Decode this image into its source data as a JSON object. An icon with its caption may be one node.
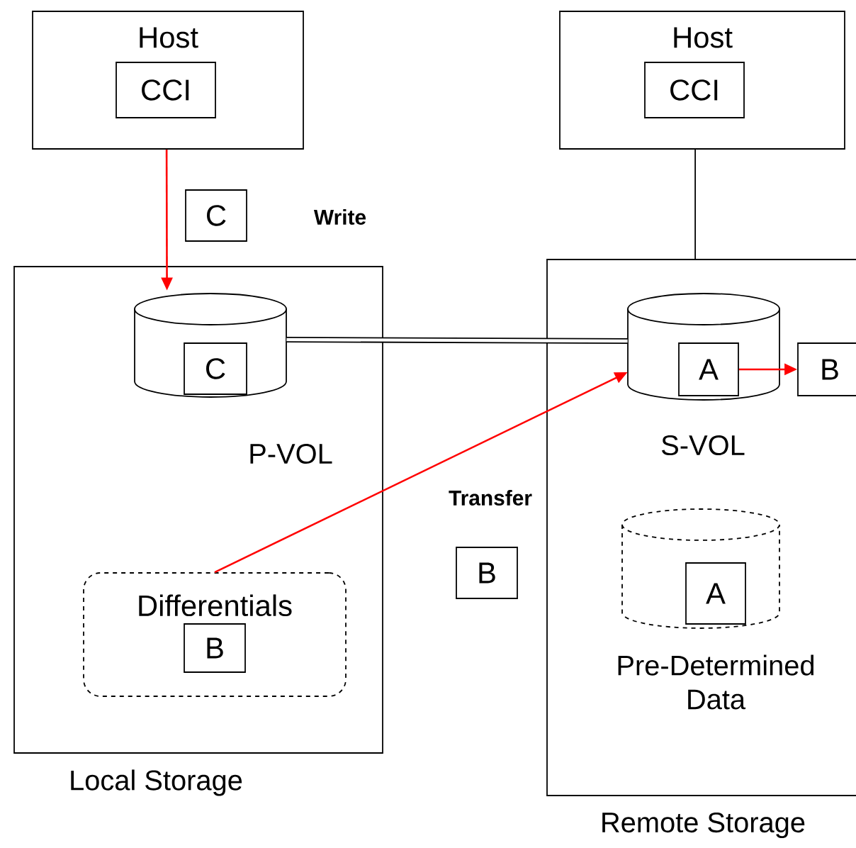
{
  "diagram": {
    "nodes": [
      {
        "text": [
          "Host"
        ]
      },
      {
        "text": [
          "CCI"
        ],
        "in": 0
      },
      {
        "text": [
          "Host"
        ]
      },
      {
        "text": [
          "CCI"
        ],
        "in": 2
      },
      {
        "text": [
          "C"
        ]
      },
      {
        "text": [
          "Local Storage"
        ]
      },
      {
        "text": [],
        "shape": "cylinder",
        "beside": [
          "P-VOL"
        ],
        "in": 5
      },
      {
        "text": [
          "C"
        ],
        "in": 6
      },
      {
        "text": [
          "Differentials"
        ],
        "in": 5
      },
      {
        "text": [
          "B"
        ],
        "in": 8
      },
      {
        "text": [
          "B"
        ]
      },
      {
        "text": [
          "Remote Storage"
        ]
      },
      {
        "text": [],
        "shape": "cylinder",
        "beside": [
          "S-VOL"
        ],
        "in": 11
      },
      {
        "text": [
          "A"
        ],
        "in": 12
      },
      {
        "text": [
          "B"
        ],
        "in": 11
      },
      {
        "text": [],
        "shape": "cylinder",
        "beside": [
          "Pre-Determined Data"
        ],
        "in": 11
      },
      {
        "text": [
          "A"
        ],
        "in": 15
      }
    ],
    "edges": [
      {
        "from": 0,
        "to": 6,
        "arrow": "to",
        "color": "#ff0000"
      },
      {
        "from": 2,
        "to": 11,
        "arrow": "none",
        "color": "#000000"
      },
      {
        "from": 6,
        "to": 12,
        "arrow": "none",
        "color": "#000000",
        "style": "thick"
      },
      {
        "from": 8,
        "to": 12,
        "arrow": "to",
        "color": "#ff0000",
        "label": "Transfer"
      },
      {
        "from": 13,
        "to": 14,
        "arrow": "to",
        "color": "#ff0000"
      }
    ],
    "labels": [
      "Write"
    ]
  }
}
